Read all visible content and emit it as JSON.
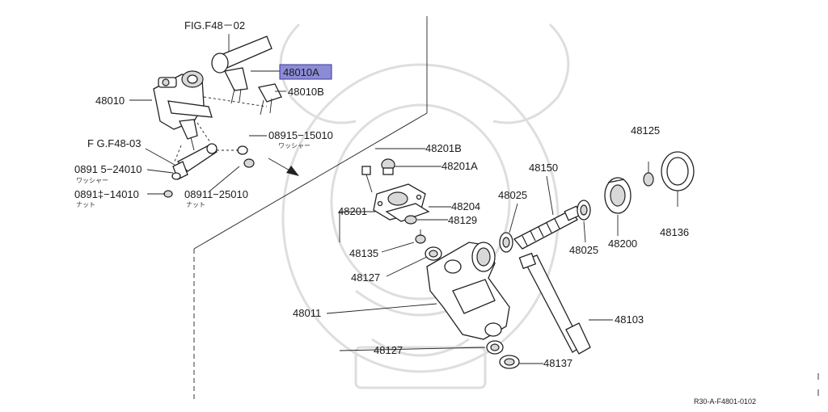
{
  "diagram": {
    "colors": {
      "highlight_fill": "#8c8cd6",
      "highlight_border": "#3a3a9a",
      "line": "#222222",
      "watermark": "#dedede"
    },
    "labels": {
      "fig_48_02": "FIG.F48－02",
      "p48010A": "48010A",
      "p48010B": "48010B",
      "p48010": "48010",
      "fig_48_03": "F G.F48-03",
      "p08915_24010": "0891 5−24010",
      "p08915_24010_sub": "ワッシャー",
      "p08911_14010": "0891‡−14010",
      "p08911_14010_sub": "ナット",
      "p08915_15010": "08915−15010",
      "p08915_15010_sub": "ワッシャー",
      "p08911_25010": "08911−25010",
      "p08911_25010_sub": "ナット",
      "p48201B": "48201B",
      "p48201A": "48201A",
      "p48201": "48201",
      "p48204": "48204",
      "p48129": "48129",
      "p48135": "48135",
      "p48127_top": "48127",
      "p48011": "48011",
      "p48127_bot": "48127",
      "p48137": "48137",
      "p48103": "48103",
      "p48150": "48150",
      "p48025_top": "48025",
      "p48025_bot": "48025",
      "p48200": "48200",
      "p48125": "48125",
      "p48136": "48136",
      "diagram_code": "R30-A-F4801-0102"
    }
  }
}
